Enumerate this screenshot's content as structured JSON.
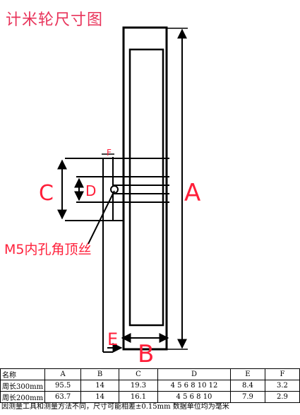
{
  "title": "计米轮尺寸图",
  "labels": {
    "A": "A",
    "B": "B",
    "C": "C",
    "D": "D",
    "E": "E",
    "F": "F",
    "screw": "M5内孔角顶丝"
  },
  "colors": {
    "title": "#e8335a",
    "labels": "#ff1f3a",
    "lines": "#000000"
  },
  "table": {
    "headers": [
      "名称",
      "A",
      "B",
      "C",
      "D",
      "E",
      "F"
    ],
    "rows": [
      [
        "周长300mm",
        "95.5",
        "14",
        "19.3",
        "4 5 6 8 10 12",
        "8.4",
        "3.2"
      ],
      [
        "周长200mm",
        "63.7",
        "14",
        "16.1",
        "4 5 6 8 10",
        "7.9",
        "2.9"
      ]
    ]
  },
  "note": "因测量工具和测量方法不同，尺寸可能相差±0.15mm 数据单位均为毫米"
}
